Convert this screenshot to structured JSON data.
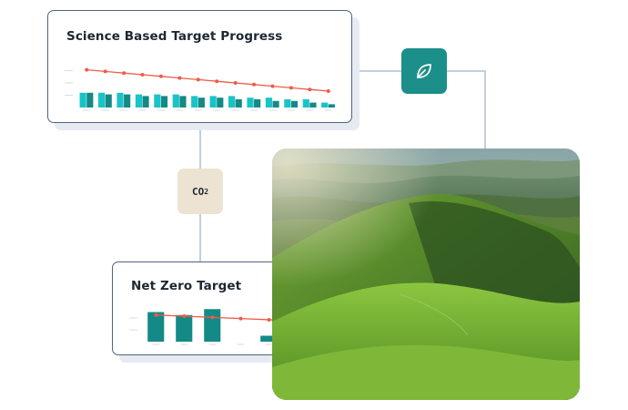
{
  "colors": {
    "bar_primary": "#19c3c8",
    "bar_secondary": "#138a86",
    "trend_line": "#ef5b48",
    "leaf_badge": "#1c8f8a",
    "co2_badge": "#ede3d2",
    "card_border": "#4d6680"
  },
  "sbt_card": {
    "title": "Science Based Target Progress",
    "chart_data": {
      "type": "bar",
      "categories": [
        "",
        "",
        "",
        "",
        "",
        "",
        "",
        "",
        "",
        "",
        "",
        "",
        "",
        ""
      ],
      "series": [
        {
          "values": [
            9,
            9,
            9,
            8,
            8,
            8,
            7,
            7,
            7,
            6,
            6,
            5,
            5,
            3
          ]
        },
        {
          "values": [
            9,
            8,
            8,
            7,
            7,
            7,
            6,
            6,
            5,
            5,
            4,
            4,
            3,
            2
          ]
        }
      ],
      "line": {
        "values": [
          23,
          22,
          21,
          20,
          19,
          18,
          17,
          16,
          15,
          14,
          13,
          12,
          11,
          10
        ]
      },
      "ylim": [
        0,
        30
      ],
      "grid": false
    }
  },
  "co2_badge": {
    "text": "CO",
    "subscript": "2"
  },
  "leaf_badge": {
    "icon": "leaf-icon"
  },
  "net_zero_card": {
    "title": "Net Zero Target",
    "chart_data": {
      "type": "bar",
      "categories": [
        "",
        "",
        "",
        "",
        "",
        ""
      ],
      "series": [
        {
          "values": [
            10,
            9,
            11,
            0,
            2,
            0
          ]
        }
      ],
      "line": {
        "values": [
          9,
          8.6,
          8.2,
          7.8,
          7.4,
          7
        ]
      },
      "ylim": [
        0,
        12
      ],
      "grid": false
    }
  },
  "landscape": {
    "icon": "green-hills-photo"
  }
}
